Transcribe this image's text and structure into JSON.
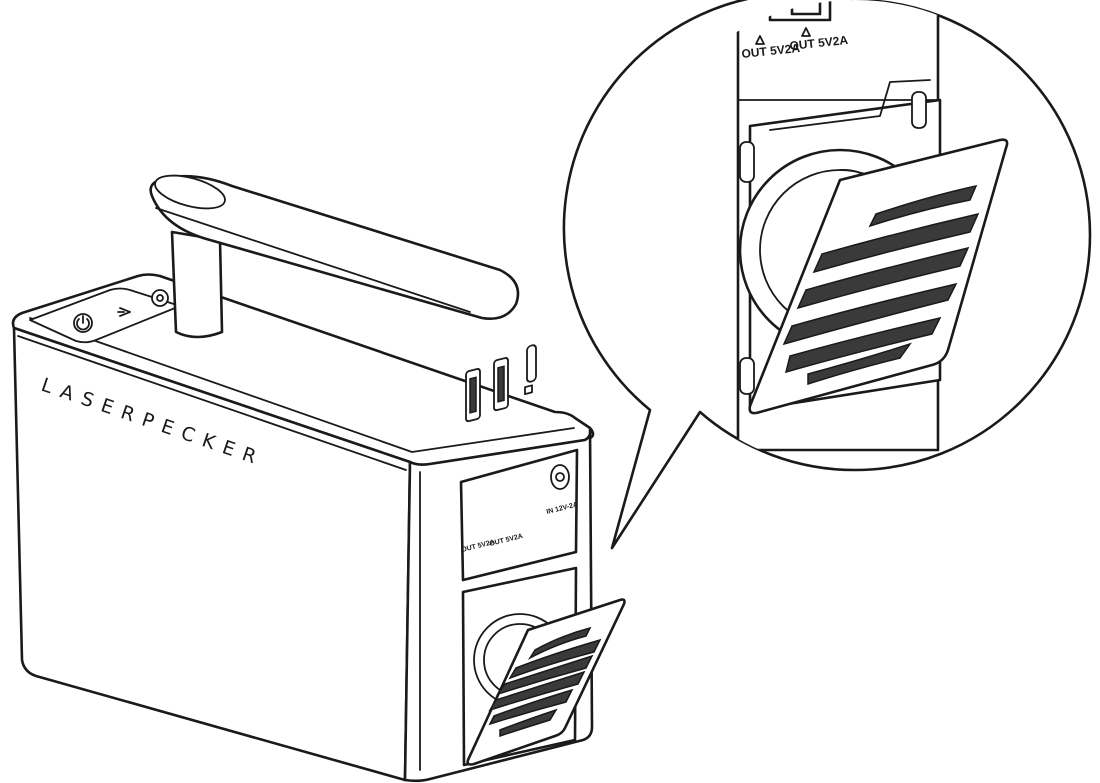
{
  "device": {
    "brand": "LASERPECKER",
    "power_icon": "power-icon",
    "laser_icon": "laser-icon",
    "ports": [
      {
        "id": "usb-a-1",
        "label": "OUT 5V2A"
      },
      {
        "id": "usb-a-2",
        "label": "OUT 5V2A"
      },
      {
        "id": "usb-c",
        "label": ""
      },
      {
        "id": "dc-in",
        "label": "IN 12V-2A"
      }
    ]
  },
  "zoom": {
    "port_labels": [
      "OUT 5V2A",
      "OUT 5V2A"
    ],
    "fan_cover_slots": 6
  },
  "colors": {
    "line": "#1a1a1a",
    "mesh": "#3a3a3a",
    "background": "#ffffff"
  }
}
